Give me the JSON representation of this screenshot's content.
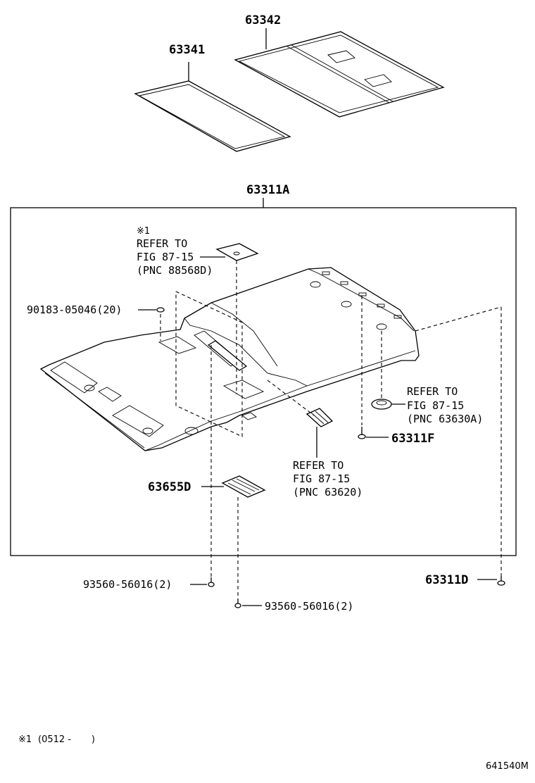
{
  "parts": {
    "p63342": "63342",
    "p63341": "63341",
    "p63311A": "63311A",
    "p90183": "90183-05046(20)",
    "p63311F": "63311F",
    "p63655D": "63655D",
    "p93560a": "93560-56016(2)",
    "p93560b": "93560-56016(2)",
    "p63311D": "63311D"
  },
  "refs": {
    "r1": {
      "mark": "※1",
      "l1": "REFER TO",
      "l2": "FIG 87-15",
      "l3": "(PNC 88568D)"
    },
    "r2": {
      "l1": "REFER TO",
      "l2": "FIG 87-15",
      "l3": "(PNC 63630A)"
    },
    "r3": {
      "l1": "REFER TO",
      "l2": "FIG 87-15",
      "l3": "(PNC 63620)"
    }
  },
  "footnote": {
    "mark": "※1",
    "text": "(0512 -       )"
  },
  "diagram_id": "641540M"
}
